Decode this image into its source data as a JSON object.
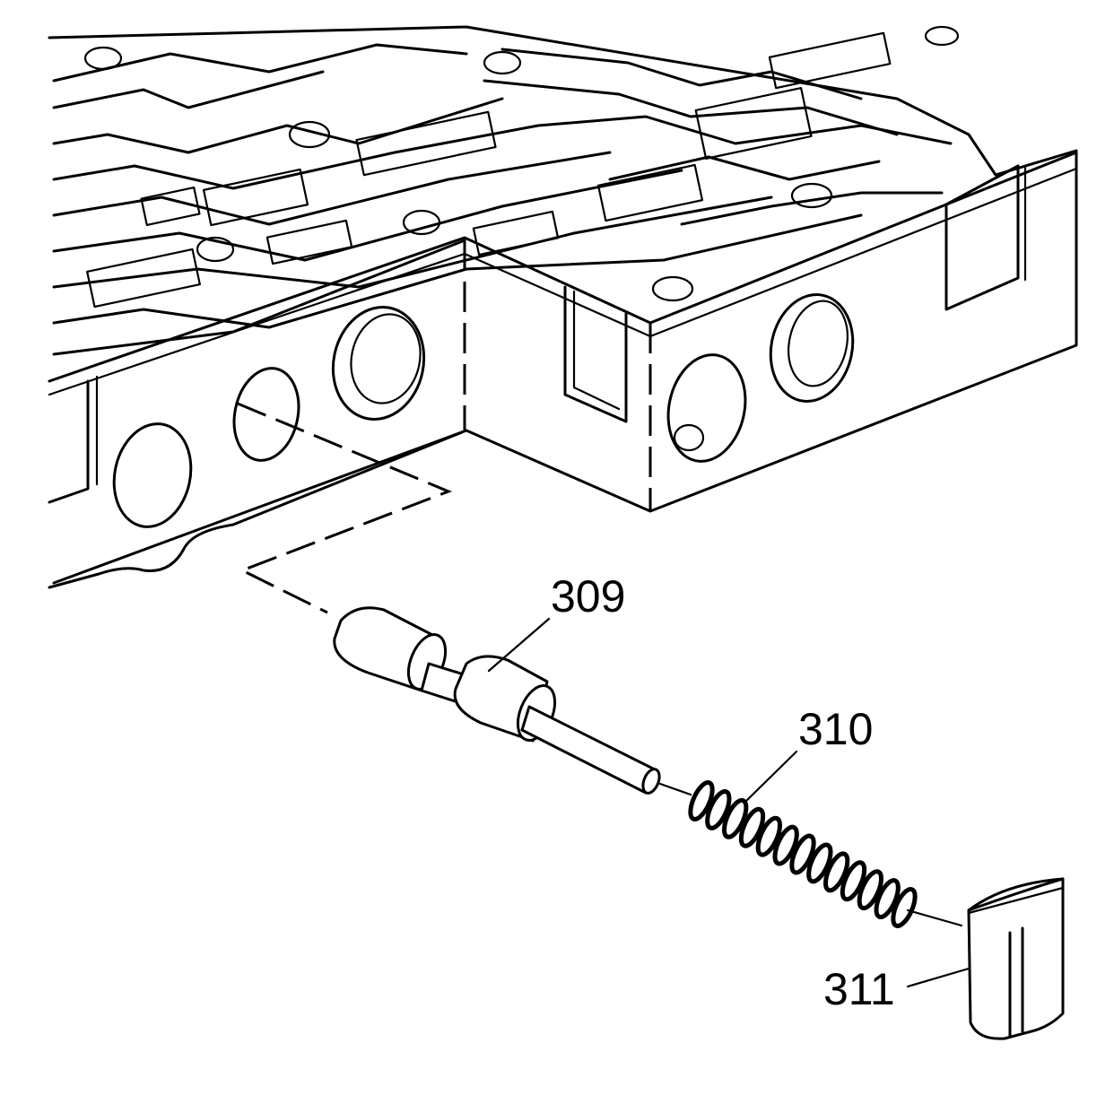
{
  "callouts": [
    {
      "id": "309",
      "label": "309",
      "part": "valve"
    },
    {
      "id": "310",
      "label": "310",
      "part": "spring"
    },
    {
      "id": "311",
      "label": "311",
      "part": "retainer"
    }
  ],
  "colors": {
    "line": "#000000",
    "background": "#ffffff"
  }
}
